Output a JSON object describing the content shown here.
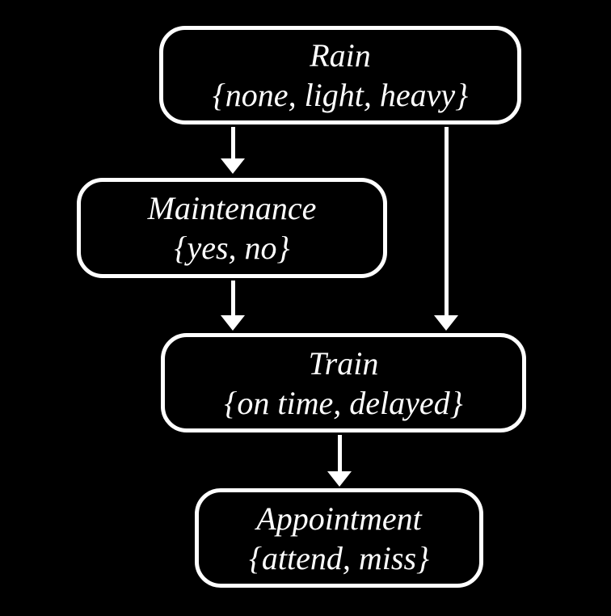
{
  "diagram": {
    "type": "bayesian-network",
    "background_color": "#000000",
    "node_border_color": "#ffffff",
    "text_color": "#ffffff",
    "arrow_color": "#ffffff",
    "nodes": [
      {
        "id": "rain",
        "label": "Rain",
        "domain": "{none, light, heavy}"
      },
      {
        "id": "maintenance",
        "label": "Maintenance",
        "domain": "{yes, no}"
      },
      {
        "id": "train",
        "label": "Train",
        "domain": "{on time, delayed}"
      },
      {
        "id": "appointment",
        "label": "Appointment",
        "domain": "{attend, miss}"
      }
    ],
    "edges": [
      {
        "from": "Rain",
        "to": "Maintenance"
      },
      {
        "from": "Rain",
        "to": "Train"
      },
      {
        "from": "Maintenance",
        "to": "Train"
      },
      {
        "from": "Train",
        "to": "Appointment"
      }
    ]
  }
}
